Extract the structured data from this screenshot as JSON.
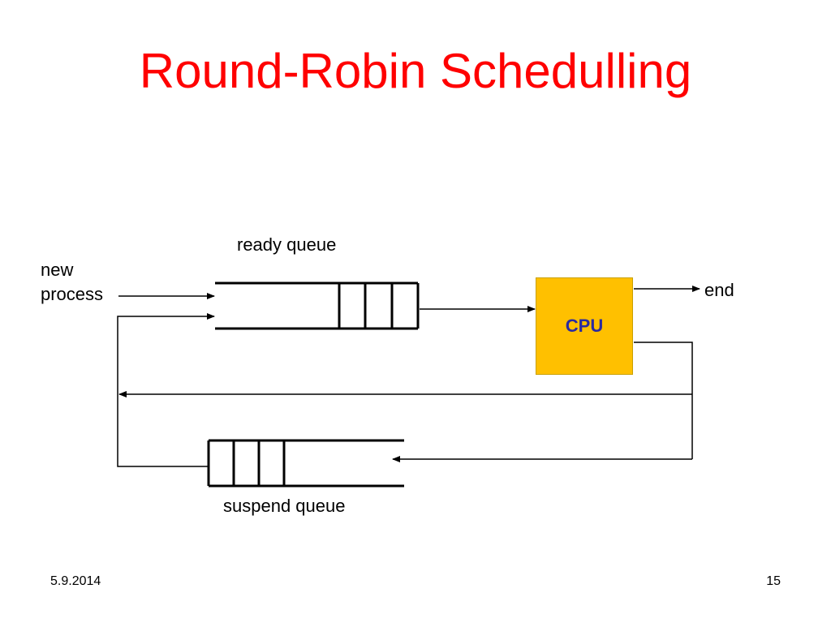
{
  "slide": {
    "title": "Round-Robin Schedulling",
    "date": "5.9.2014",
    "page_number": "15"
  },
  "diagram": {
    "ready_queue_label": "ready queue",
    "new_process_line1": "new",
    "new_process_line2": "process",
    "cpu_label": "CPU",
    "end_label": "end",
    "suspend_queue_label": "suspend queue",
    "colors": {
      "title": "#ff0000",
      "cpu_fill": "#ffc000",
      "cpu_text": "#2a2aa0",
      "lines": "#000000"
    }
  }
}
